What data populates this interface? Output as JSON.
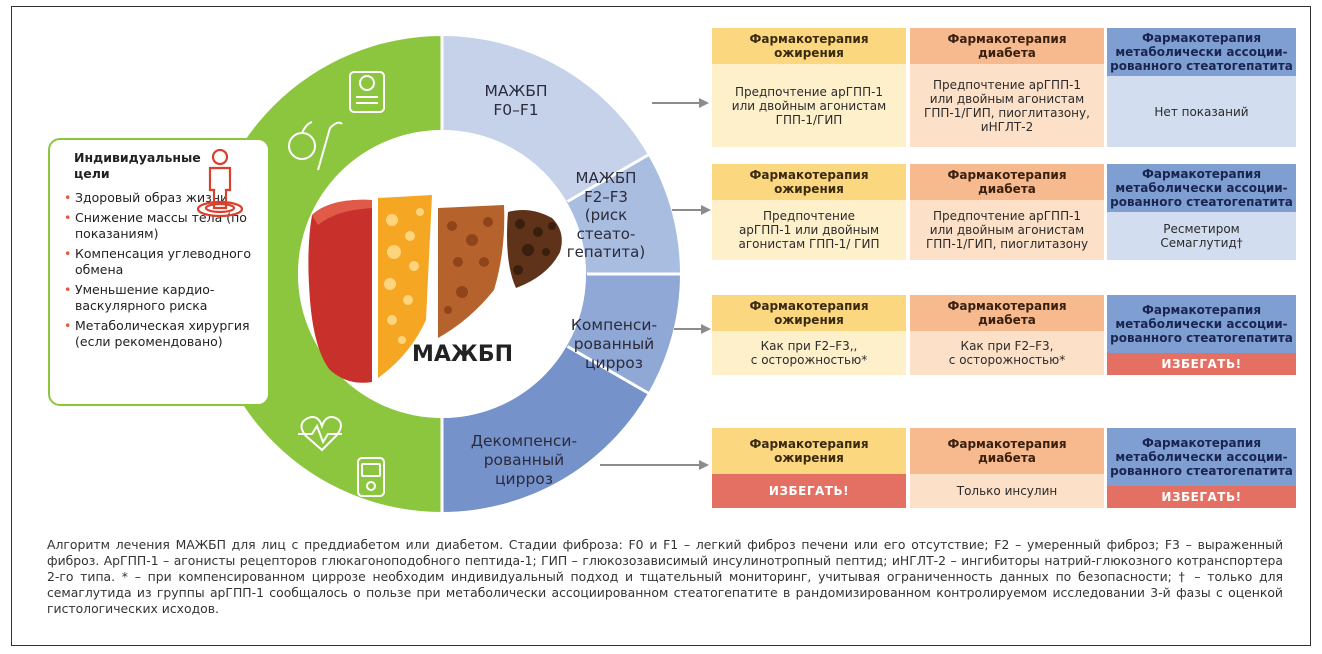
{
  "center_label": "МАЖБП",
  "segments": {
    "s1": [
      "МАЖБП",
      "F0–F1"
    ],
    "s2": [
      "МАЖБП",
      "F2–F3",
      "(риск",
      "стеато-",
      "гепатита)"
    ],
    "s3": [
      "Компенси-",
      "рованный",
      "цирроз"
    ],
    "s4": [
      "Декомпенси-",
      "рованный",
      "цирроз"
    ]
  },
  "goals": {
    "title": "Индивидуальные цели",
    "items": [
      "Здоровый образ жизни",
      "Снижение массы тела (по показаниям)",
      "Компенсация углеводного обмена",
      "Уменьшение кардио-васкулярного риска",
      "Метаболическая хирургия (если рекомендовано)"
    ]
  },
  "headers": {
    "obesity": [
      "Фармакотерапия",
      "ожирения"
    ],
    "diabetes": [
      "Фармакотерапия",
      "диабета"
    ],
    "mash": [
      "Фармакотерапия",
      "метаболически ассоции-",
      "рованного стеатогепатита"
    ]
  },
  "rows": [
    {
      "obesity": [
        "Предпочтение арГПП-1",
        "или двойным агонистам",
        "ГПП-1/ГИП"
      ],
      "diabetes": [
        "Предпочтение арГПП-1",
        "или двойным агонистам",
        "ГПП-1/ГИП, пиоглитазону,",
        "иНГЛТ-2"
      ],
      "mash": [
        "Нет показаний"
      ]
    },
    {
      "obesity": [
        "Предпочтение",
        "арГПП-1 или двойным",
        "агонистам ГПП-1/ ГИП"
      ],
      "diabetes": [
        "Предпочтение арГПП-1",
        "или двойным агонистам",
        "ГПП-1/ГИП, пиоглитазону"
      ],
      "mash": [
        "Ресметиром",
        "Семаглутид†"
      ]
    },
    {
      "obesity": [
        "Как при F2–F3,,",
        "с осторожностью*"
      ],
      "diabetes": [
        "Как при F2–F3,",
        "с осторожностью*"
      ],
      "mash": [
        "ИЗБЕГАТЬ!"
      ]
    },
    {
      "obesity": [
        "ИЗБЕГАТЬ!"
      ],
      "diabetes": [
        "Только инсулин"
      ],
      "mash": [
        "ИЗБЕГАТЬ!"
      ]
    }
  ],
  "caption": "Алгоритм лечения МАЖБП для лиц с преддиабетом или диабетом. Стадии фиброза: F0 и F1 – легкий фиброз печени или его отсутствие; F2 – умеренный фиброз; F3 – выраженный фиброз. АрГПП-1 – агонисты рецепторов глюкагоноподобного пептида-1; ГИП – глюкозозависимый инсулинотропный пептид; иНГЛТ-2 – ингибиторы натрий-глюкозного котранспортера 2-го типа. * – при компенсированном циррозе необходим индивидуальный подход и тщательный мониторинг, учитывая ограниченность данных по безопасности; † – только для семаглутида из группы арГПП-1 сообщалось о пользе при метаболически ассоциированном стеатогепатите в рандомизированном контролируемом исследовании 3-й фазы с оценкой гистологических исходов.",
  "colors": {
    "ring_green": "#8cc63f",
    "seg1": "#c6d2ea",
    "seg2": "#a9bde1",
    "seg3": "#8fa8d6",
    "seg4": "#7592cb",
    "obesity_header": "#fbd77f",
    "diabetes_header": "#f7b98e",
    "mash_header": "#7f9fd3",
    "avoid": "#e46f63"
  },
  "icons": [
    "scale-icon",
    "fruit-vegetable-icon",
    "heart-rate-icon",
    "glucometer-icon",
    "person-target-icon",
    "liver-stages-image"
  ]
}
